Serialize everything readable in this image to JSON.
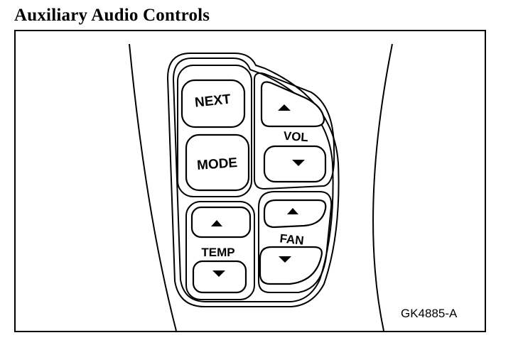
{
  "title": "Auxiliary Audio Controls",
  "figure_code": "GK4885-A",
  "buttons": {
    "next": "NEXT",
    "mode": "MODE",
    "vol_up_icon": "up-arrow",
    "vol_down_icon": "down-arrow",
    "temp_up_icon": "up-arrow",
    "temp_down_icon": "down-arrow",
    "fan_up_icon": "up-arrow",
    "fan_down_icon": "down-arrow"
  },
  "labels": {
    "vol": "VOL",
    "temp": "TEMP",
    "fan": "FAN"
  }
}
